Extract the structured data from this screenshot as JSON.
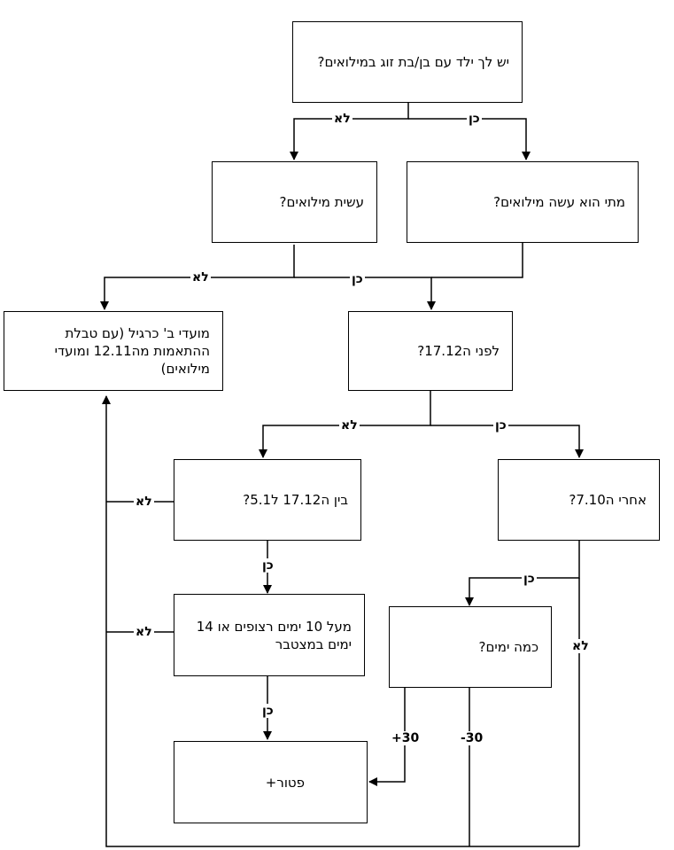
{
  "nodes": {
    "q1": "יש לך ילד עם בן/בת זוג במילואים?",
    "q_partner_when": "מתי הוא עשה מילואים?",
    "q_you_served": "עשית מילואים?",
    "r_regular": "מועדי ב' כרגיל (עם טבלת ההתאמות מה12.11 ומועדי מילואים)",
    "q_before": "לפני ה17.12?",
    "q_between": "בין ה17.12 ל5.1?",
    "q_after": "אחרי ה7.10?",
    "q_days10": "מעל 10 ימים רצופים או 14 ימים במצטבר",
    "q_how_many": "כמה ימים?",
    "r_exempt": "פטור+"
  },
  "edge_labels": {
    "no": "לא",
    "yes": "כן",
    "plus30": "+30",
    "minus30": "-30"
  }
}
